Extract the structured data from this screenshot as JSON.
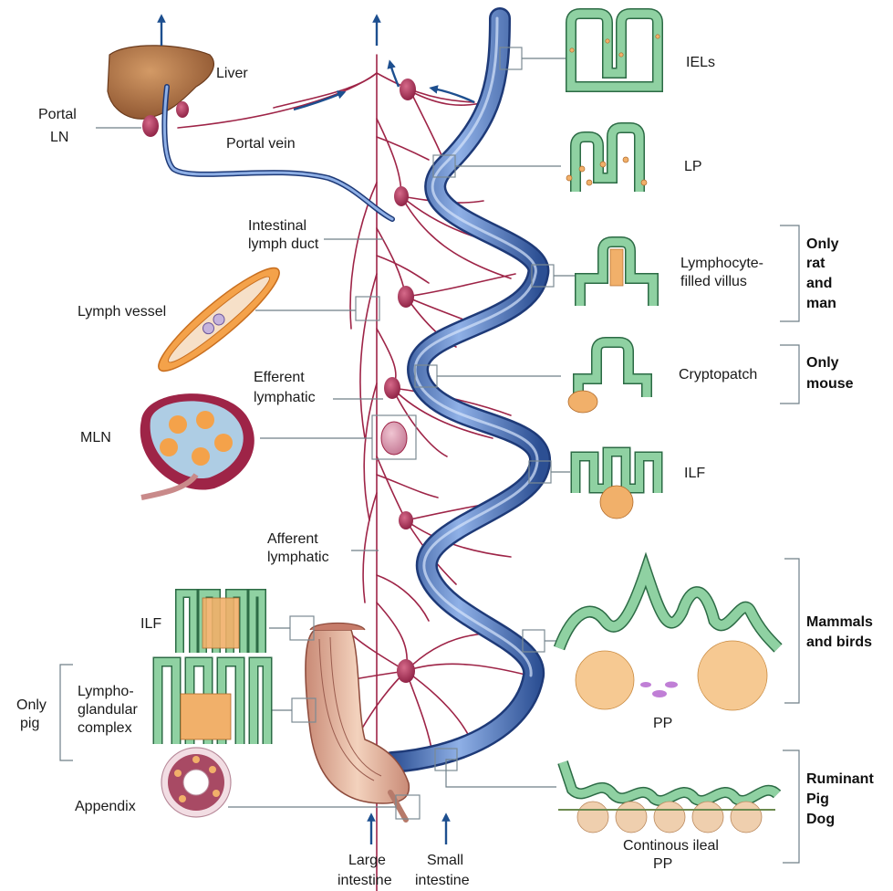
{
  "labels": {
    "liver": "Liver",
    "portal_ln_1": "Portal",
    "portal_ln_2": "LN",
    "portal_vein": "Portal vein",
    "intestinal_lymph_duct_1": "Intestinal",
    "intestinal_lymph_duct_2": "lymph duct",
    "lymph_vessel": "Lymph vessel",
    "efferent_1": "Efferent",
    "efferent_2": "lymphatic",
    "mln": "MLN",
    "afferent_1": "Afferent",
    "afferent_2": "lymphatic",
    "ilf_left": "ILF",
    "only_pig_1": "Only",
    "only_pig_2": "pig",
    "lympho_1": "Lympho-",
    "lympho_2": "glandular",
    "lympho_3": "complex",
    "appendix": "Appendix",
    "large_intestine_1": "Large",
    "large_intestine_2": "intestine",
    "small_intestine_1": "Small",
    "small_intestine_2": "intestine",
    "iels": "IELs",
    "lp": "LP",
    "lfv_1": "Lymphocyte-",
    "lfv_2": "filled villus",
    "only_rat_1": "Only",
    "only_rat_2": "rat",
    "only_rat_3": "and",
    "only_rat_4": "man",
    "cryptopatch": "Cryptopatch",
    "only_mouse_1": "Only",
    "only_mouse_2": "mouse",
    "ilf_right": "ILF",
    "mammals_1": "Mammals",
    "mammals_2": "and birds",
    "pp": "PP",
    "ruminant": "Ruminant",
    "pig": "Pig",
    "dog": "Dog",
    "cont_pp_1": "Continous ileal",
    "cont_pp_2": "PP"
  },
  "colors": {
    "intestine_blue": "#4f73b8",
    "lymph_red": "#9e2447",
    "epithelium_green": "#8fd1a2",
    "lymphocyte_orange": "#f1b06a",
    "liver_brown": "#a8693c",
    "arrow_blue": "#1d4f8f"
  }
}
